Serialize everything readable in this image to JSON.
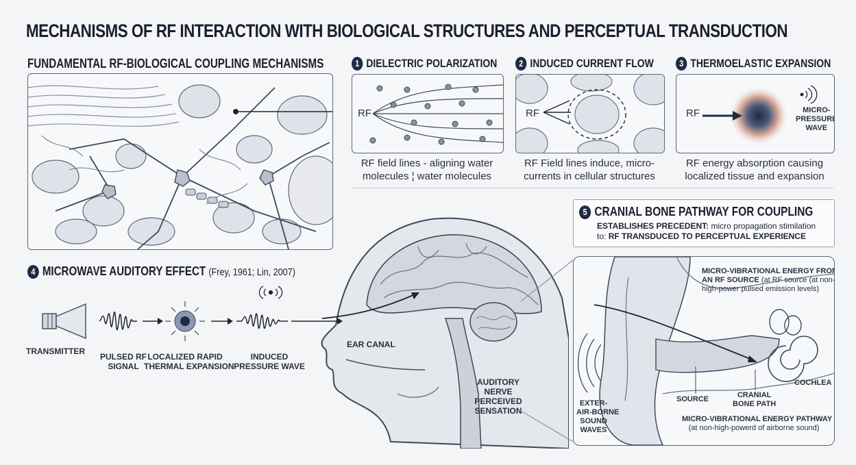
{
  "title": "MECHANISMS OF RF INTERACTION WITH BIOLOGICAL STRUCTURES AND PERCEPTUAL TRANSDUCTION",
  "fundamental": {
    "heading": "FUNDAMENTAL RF-BIOLOGICAL COUPLING MECHANISMS"
  },
  "panels": [
    {
      "number": "1",
      "heading": "DIELECTRIC POLARIZATION",
      "inner_label": "RF",
      "caption_line1": "RF field lines - aligning water",
      "caption_line2": "molecules ¦ water molecules"
    },
    {
      "number": "2",
      "heading": "INDUCED CURRENT FLOW",
      "inner_label": "RF",
      "caption_line1": "RF Field lines induce, micro-",
      "caption_line2": "currents in cellular structures"
    },
    {
      "number": "3",
      "heading": "THERMOELASTIC EXPANSION",
      "inner_label": "RF",
      "wave_label_1": "MICRO-",
      "wave_label_2": "PRESSURE",
      "wave_label_3": "WAVE",
      "caption_line1": "RF energy absorption causing",
      "caption_line2": "localized tissue and expansion"
    }
  ],
  "auditory": {
    "number": "4",
    "heading": "MICROWAVE AUDITORY EFFECT",
    "citation": "(Frey, 1961; Lin, 2007)",
    "steps": [
      {
        "line1": "TRANSMITTER",
        "line2": ""
      },
      {
        "line1": "PULSED RF",
        "line2": "SIGNAL"
      },
      {
        "line1": "LOCALIZED RAPID",
        "line2": "THERMAL EXPANSION"
      },
      {
        "line1": "INDUCED",
        "line2": "PRESSURE WAVE"
      }
    ]
  },
  "head_labels": {
    "ear_canal": "EAR CANAL",
    "nerve_1": "AUDITORY",
    "nerve_2": "NERVE",
    "nerve_3": "PERCEIVED",
    "nerve_4": "SENSATION"
  },
  "cranial": {
    "number": "5",
    "heading": "CRANIAL BONE PATHWAY FOR COUPLING",
    "line1_bold": "ESTABLISHES PRECEDENT:",
    "line1_rest": " micro propagation stimilation",
    "line2_prefix": "to: ",
    "line2_bold": "RF TRANSDUCED TO PERCEPTUAL EXPERIENCE"
  },
  "ear": {
    "top_1": "MICRO-VIBRATIONAL ENERGY FROM",
    "top_2_bold": "AN RF SOURCE",
    "top_2_rest": " (at RF source (at non-",
    "top_3": "high-power pulsed emission levels)",
    "exter_1": "EXTER-",
    "exter_2": "AIR-BORNE",
    "exter_3": "SOUND",
    "exter_4": "WAVES",
    "source": "SOURCE",
    "cranial_1": "CRANIAL",
    "cranial_2": "BONE PATH",
    "cochlea": "COCHLEA",
    "bottom_1": "MICRO-VIBRATIONAL ENERGY PATHWAY",
    "bottom_2": "(at non-high-powerd of airborne sound)"
  }
}
